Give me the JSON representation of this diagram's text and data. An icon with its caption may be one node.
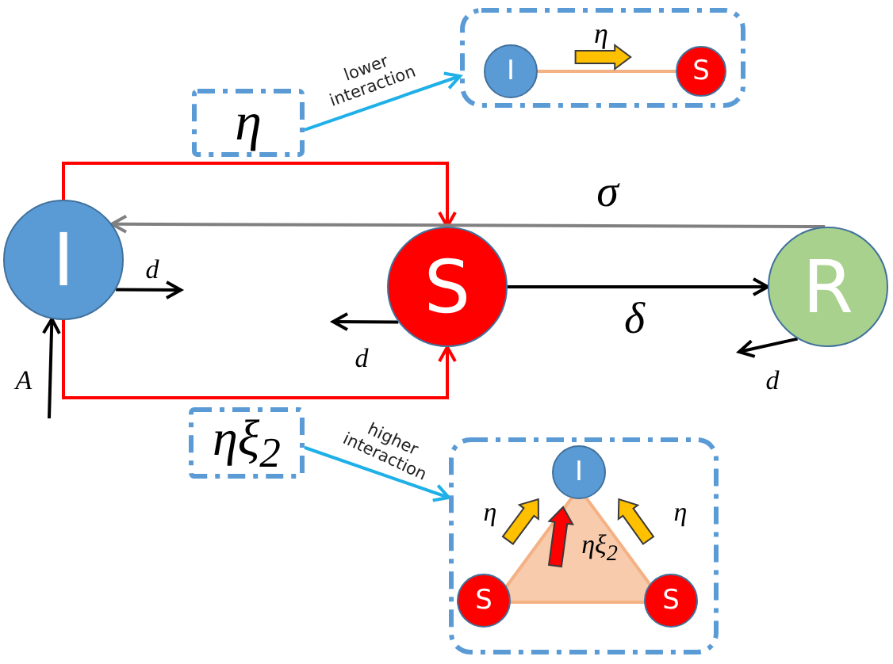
{
  "diagram": {
    "nodes": [
      {
        "text": [
          "I"
        ]
      },
      {
        "text": [
          "S"
        ]
      },
      {
        "text": [
          "R"
        ]
      },
      {
        "text": [
          "η"
        ]
      },
      {
        "text": [
          "ηξ$_{2}$"
        ]
      },
      {
        "text": [],
        "shape": "box"
      },
      {
        "text": [
          "I"
        ],
        "in": 5
      },
      {
        "text": [
          "S"
        ],
        "in": 5
      },
      {
        "text": [],
        "shape": "box"
      },
      {
        "text": [
          "I"
        ],
        "in": 8
      },
      {
        "text": [
          "S"
        ],
        "in": 8
      },
      {
        "text": [
          "S"
        ],
        "in": 8
      }
    ],
    "edges": [
      {
        "from": 0,
        "to": 1,
        "arrow": "to",
        "color": "#ff0000"
      },
      {
        "from": 0,
        "to": 1,
        "arrow": "to",
        "color": "#ff0000"
      },
      {
        "from": 2,
        "to": 0,
        "arrow": "to",
        "label": "σ",
        "color": "#808080"
      },
      {
        "from": 1,
        "to": 2,
        "arrow": "to",
        "label": "δ"
      },
      {
        "from": 3,
        "to": 5,
        "arrow": "to",
        "label": "lower interaction",
        "color": "#1fb0e8"
      },
      {
        "from": 4,
        "to": 8,
        "arrow": "to",
        "label": "higher interaction",
        "color": "#1fb0e8"
      },
      {
        "from": 6,
        "to": 7,
        "arrow": "none",
        "color": "#f4b183"
      },
      {
        "from": 0,
        "to": null,
        "arrow": "to",
        "label": "d"
      },
      {
        "from": 1,
        "to": null,
        "arrow": "to",
        "label": "d"
      },
      {
        "from": 2,
        "to": null,
        "arrow": "to",
        "label": "d"
      },
      {
        "from": null,
        "to": 0,
        "arrow": "to",
        "label": "A"
      },
      {
        "from": 6,
        "to": 7,
        "arrow": "to",
        "label": "η",
        "style": "thick",
        "color": "#ffc000"
      },
      {
        "from": 10,
        "to": 9,
        "arrow": "to",
        "label": "η",
        "style": "thick",
        "color": "#ffc000"
      },
      {
        "from": 11,
        "to": 9,
        "arrow": "to",
        "label": "η",
        "style": "thick",
        "color": "#ffc000"
      },
      {
        "from": null,
        "to": 9,
        "arrow": "to",
        "label": "ηξ$_{2}$",
        "style": "thick",
        "color": "#ff0000"
      }
    ]
  }
}
